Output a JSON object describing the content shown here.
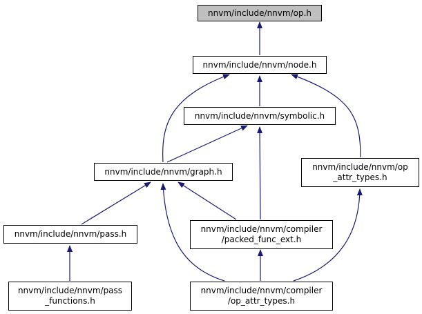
{
  "edge_color": "#191970",
  "current_fill": "#bfbfbf",
  "nodes": {
    "op_h": {
      "line1": "nnvm/include/nnvm/op.h",
      "line2": ""
    },
    "node_h": {
      "line1": "nnvm/include/nnvm/node.h",
      "line2": ""
    },
    "symbolic_h": {
      "line1": "nnvm/include/nnvm/symbolic.h",
      "line2": ""
    },
    "graph_h": {
      "line1": "nnvm/include/nnvm/graph.h",
      "line2": ""
    },
    "op_attr_types_h": {
      "line1": "nnvm/include/nnvm/op",
      "line2": "_attr_types.h"
    },
    "pass_h": {
      "line1": "nnvm/include/nnvm/pass.h",
      "line2": ""
    },
    "packed_func_ext_h": {
      "line1": "nnvm/include/nnvm/compiler",
      "line2": "/packed_func_ext.h"
    },
    "pass_functions_h": {
      "line1": "nnvm/include/nnvm/pass",
      "line2": "_functions.h"
    },
    "compiler_op_attr_types_h": {
      "line1": "nnvm/include/nnvm/compiler",
      "line2": "/op_attr_types.h"
    }
  },
  "edges": [
    {
      "from": "node_h",
      "to": "op_h"
    },
    {
      "from": "symbolic_h",
      "to": "node_h"
    },
    {
      "from": "graph_h",
      "to": "node_h"
    },
    {
      "from": "op_attr_types_h",
      "to": "node_h"
    },
    {
      "from": "graph_h",
      "to": "symbolic_h"
    },
    {
      "from": "packed_func_ext_h",
      "to": "symbolic_h"
    },
    {
      "from": "pass_h",
      "to": "graph_h"
    },
    {
      "from": "packed_func_ext_h",
      "to": "graph_h"
    },
    {
      "from": "compiler_op_attr_types_h",
      "to": "graph_h"
    },
    {
      "from": "compiler_op_attr_types_h",
      "to": "op_attr_types_h"
    },
    {
      "from": "pass_functions_h",
      "to": "pass_h"
    },
    {
      "from": "compiler_op_attr_types_h",
      "to": "packed_func_ext_h"
    }
  ]
}
